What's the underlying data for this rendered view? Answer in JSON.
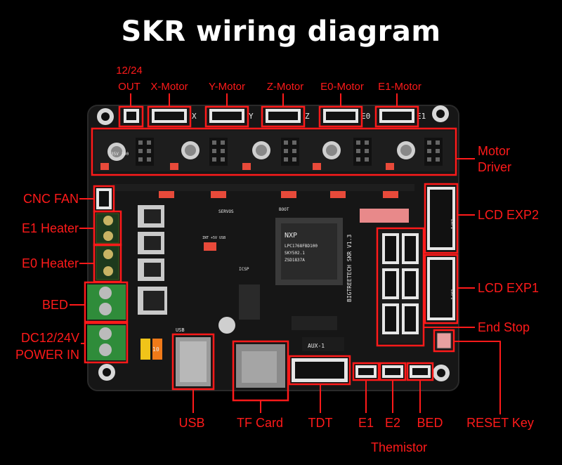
{
  "title": "SKR wiring diagram",
  "colors": {
    "background": "#000000",
    "board": "#141414",
    "annotation": "#ff1a1a",
    "title": "#ffffff"
  },
  "labels": {
    "out_top": "12/24",
    "out_bottom": "OUT",
    "x_motor": "X-Motor",
    "y_motor": "Y-Motor",
    "z_motor": "Z-Motor",
    "e0_motor": "E0-Motor",
    "e1_motor": "E1-Motor",
    "motor_driver_1": "Motor",
    "motor_driver_2": "Driver",
    "cnc_fan": "CNC FAN",
    "e1_heater": "E1 Heater",
    "e0_heater": "E0 Heater",
    "bed_left": "BED",
    "power_in_1": "DC12/24V",
    "power_in_2": "POWER IN",
    "lcd_exp2": "LCD EXP2",
    "lcd_exp1": "LCD EXP1",
    "end_stop": "End Stop",
    "reset_key": "RESET Key",
    "usb": "USB",
    "tf_card": "TF Card",
    "tdt": "TDT",
    "e1_therm": "E1",
    "e2_therm": "E2",
    "bed_therm": "BED",
    "themistor": "Themistor"
  },
  "board_silk": {
    "brand": "BIGTREETECH SKR V1.3",
    "chip_brand": "NXP",
    "chip_model": "LPC1768FBD100",
    "chip_code": "SKY502.1",
    "chip_code2": "ZSD1837A",
    "aux": "AUX-1",
    "usb": "USB",
    "servos": "SERVOS",
    "boot": "BOOT",
    "exp1": "EXP1",
    "exp2": "EXP2",
    "icsp": "ICSP",
    "int_usb": "INT +5V USB",
    "fuse": "10",
    "cap": "35V 100",
    "axis_x": "X",
    "axis_y": "Y",
    "axis_z": "Z",
    "axis_e0": "E0",
    "axis_e1": "E1"
  }
}
